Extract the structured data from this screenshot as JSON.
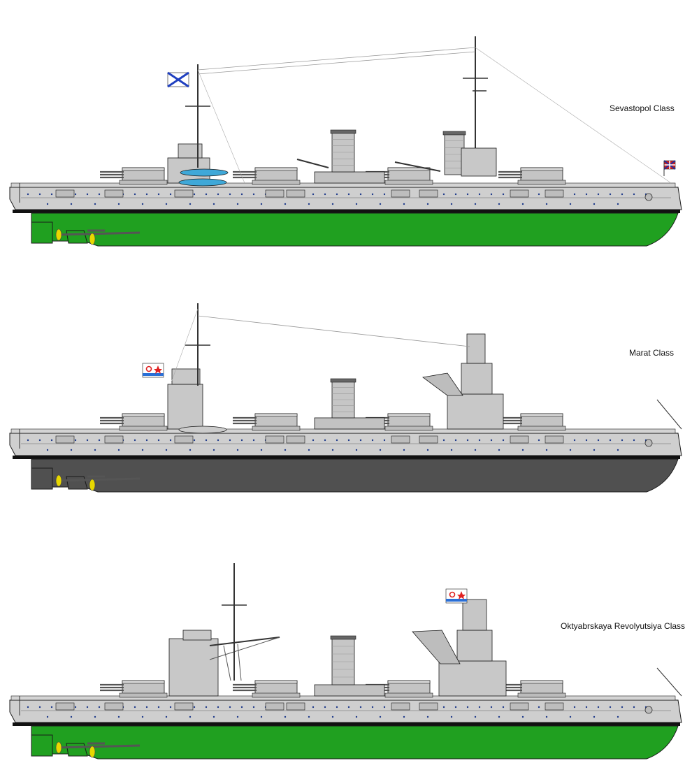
{
  "ships": [
    {
      "label": "Sevastopol Class",
      "hull_color": "#20a020",
      "flag": "st-andrew",
      "stern_flag": "jack"
    },
    {
      "label": "Marat Class",
      "hull_color": "#505050",
      "flag": "soviet-naval",
      "stern_flag": "none"
    },
    {
      "label": "Oktyabrskaya Revolyutsiya Class",
      "hull_color": "#20a020",
      "flag": "soviet-naval",
      "stern_flag": "none"
    }
  ],
  "colors": {
    "superstructure": "#c8c8c8",
    "deck": "#d4d4d4",
    "outline": "#1a1a1a",
    "waterline": "#111111",
    "propeller": "#e8d800",
    "porthole": "#1d3a8a"
  }
}
